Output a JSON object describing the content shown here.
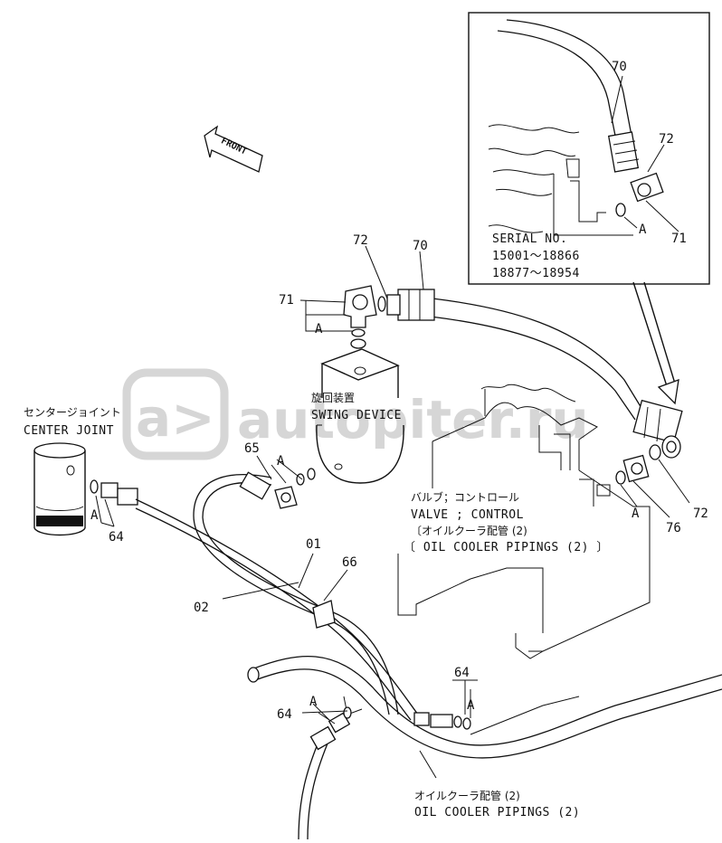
{
  "watermark": {
    "text": "autopiter.ru",
    "badge": "a>"
  },
  "front_label": "FRONT",
  "inset": {
    "serial_title": "SERIAL  NO.",
    "serial_range_1": "15001～18866",
    "serial_range_2": "18877～18954",
    "callouts": {
      "hose": "70",
      "adapter": "72",
      "elbow": "71",
      "detail": "A"
    }
  },
  "main_callouts": {
    "hose_top": "70",
    "adapter_top": "72",
    "elbow_top": "71",
    "detail_top": "A",
    "adapter_swing": "65",
    "detail_swing": "A",
    "hose_01": "01",
    "hose_02": "02",
    "clamp": "66",
    "fitting_center": "64",
    "detail_center": "A",
    "fitting_lower_left": "64",
    "detail_lower_left": "A",
    "fitting_lower_right": "64",
    "detail_lower_right": "A",
    "connector_valve": "76",
    "adapter_valve": "72",
    "detail_valve": "A"
  },
  "components": {
    "swing_device_jp": "旋回装置",
    "swing_device_en": "SWING  DEVICE",
    "center_joint_jp": "センタージョイント",
    "center_joint_en": "CENTER  JOINT",
    "valve_jp": "バルブ；コントロール",
    "valve_en": "VALVE ; CONTROL",
    "valve_cooler_jp": "〔オイルクーラ配管 (2)",
    "valve_cooler_en": "〔 OIL  COOLER  PIPINGS (2) 〕",
    "cooler_jp": "オイルクーラ配管 (2)",
    "cooler_en": "OIL  COOLER  PIPINGS (2)"
  }
}
